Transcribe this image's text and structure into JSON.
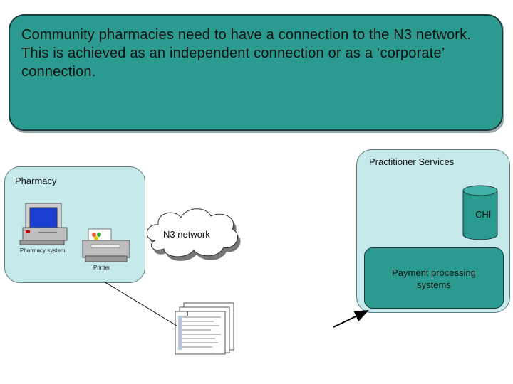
{
  "banner": {
    "text": "Community pharmacies need to have a connection to the N3 network.  This is achieved as an independent connection or as a ‘corporate’ connection."
  },
  "pharmacy": {
    "title": "Pharmacy",
    "system_label": "Pharmacy system",
    "printer_label": "Printer"
  },
  "network": {
    "label": "N3 network"
  },
  "practitioner_services": {
    "title": "Practitioner Services",
    "database_label": "CHI",
    "payment_label_line1": "Payment processing",
    "payment_label_line2": "systems"
  },
  "colors": {
    "banner": "#2b9b8f",
    "panel": "#c6e9ec",
    "database": "#2b9b8f"
  }
}
